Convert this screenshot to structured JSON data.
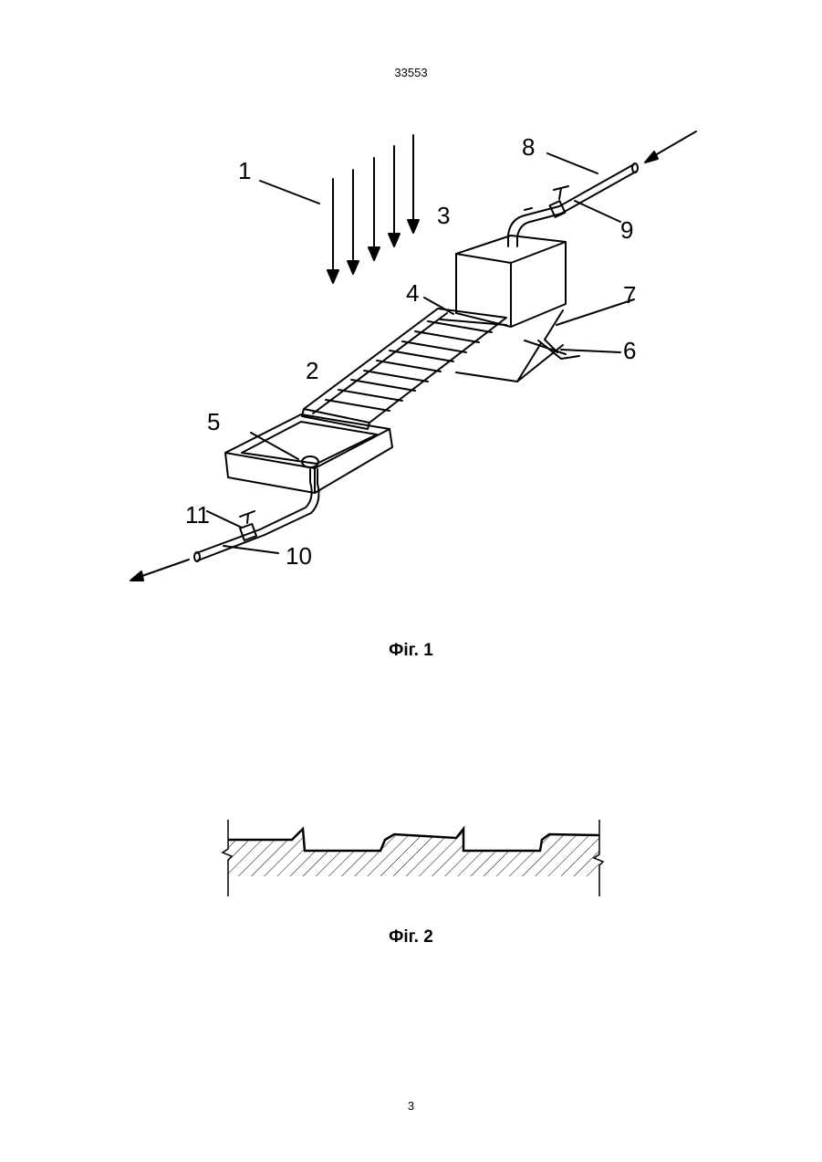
{
  "header": {
    "page_code": "33553"
  },
  "figure1": {
    "caption": "Фіг. 1",
    "labels": [
      "1",
      "2",
      "3",
      "4",
      "5",
      "6",
      "7",
      "8",
      "9",
      "10",
      "11"
    ]
  },
  "figure2": {
    "caption": "Фіг. 2"
  },
  "footer": {
    "page_number": "3"
  }
}
